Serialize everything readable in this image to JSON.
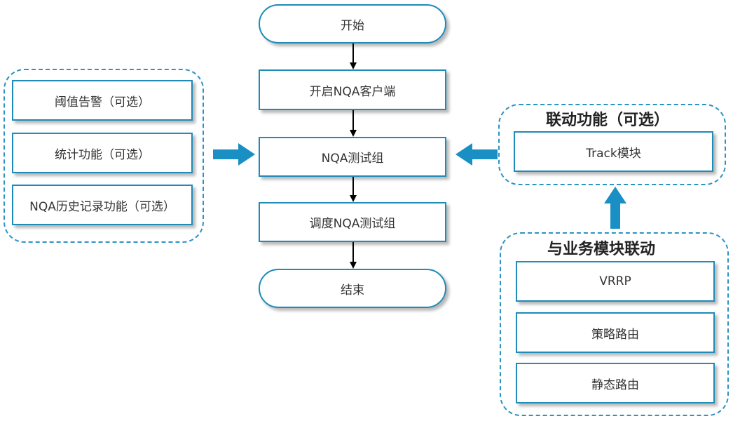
{
  "flow": {
    "start": "开始",
    "step1": "开启NQA客户端",
    "step2": "NQA测试组",
    "step3": "调度NQA测试组",
    "end": "结束"
  },
  "left_group": {
    "items": [
      "阈值告警（可选）",
      "统计功能（可选）",
      "NQA历史记录功能（可选）"
    ]
  },
  "right_top_group": {
    "title": "联动功能（可选）",
    "item": "Track模块"
  },
  "right_bottom_group": {
    "title": "与业务模块联动",
    "items": [
      "VRRP",
      "策略路由",
      "静态路由"
    ]
  },
  "colors": {
    "border": "#1e8bb8",
    "dashed": "#2d93c4",
    "fat_arrow": "#1a8fc4",
    "arrow": "#000000"
  }
}
